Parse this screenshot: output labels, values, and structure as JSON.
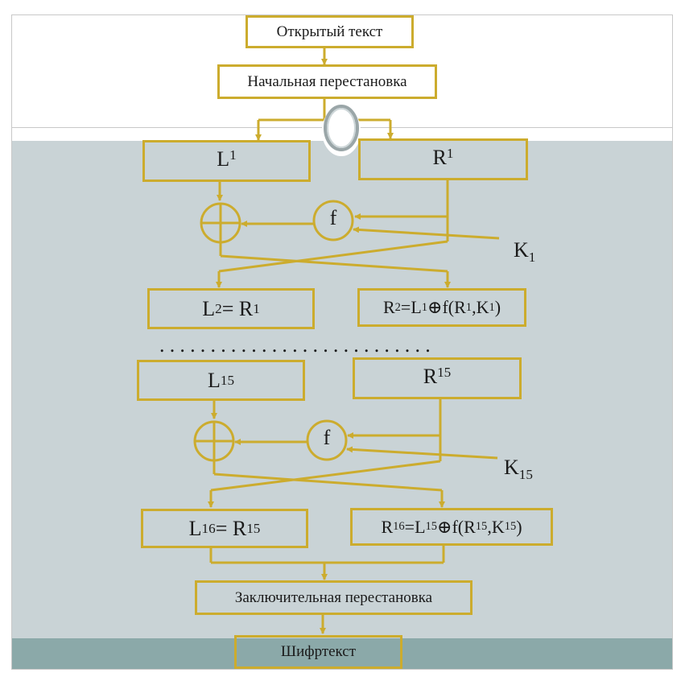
{
  "boxes": {
    "plaintext": "Открытый текст",
    "initial_perm": "Начальная перестановка",
    "final_perm": "Заключительная перестановка",
    "ciphertext": "Шифртекст"
  },
  "round1": {
    "L_base": "L",
    "L_sub": "1",
    "R_base": "R",
    "R_sub": "1",
    "f": "f",
    "K_base": "K",
    "K_sub": "1",
    "L_next_base": "L",
    "L_next_sub": "2",
    "L_next_mid": " = R",
    "L_next_sub2": "1",
    "R_next": {
      "p1": "R",
      "s1": "2",
      "p2": "=L",
      "s2": "1",
      "op": "⊕",
      "p3": "f(R",
      "s3": "1",
      "p4": ",K",
      "s4": "1",
      "p5": ")"
    }
  },
  "dots": "...........................",
  "round15": {
    "L_base": "L",
    "L_sub": "15",
    "R_base": "R",
    "R_sub": "15",
    "f": "f",
    "K_base": "K",
    "K_sub": "15",
    "L_next_base": "L",
    "L_next_sub": "16",
    "L_next_mid": " = R",
    "L_next_sub2": "15",
    "R_next": {
      "p1": "R",
      "s1": "16",
      "p2": "=L",
      "s2": "15",
      "op": "⊕",
      "p3": "f(R",
      "s3": "15",
      "p4": ",K",
      "s4": "15",
      "p5": ")"
    }
  },
  "colors": {
    "accent": "#ccac2e",
    "band": "#c9d3d6",
    "band_bottom": "#8ba9a9",
    "ring": "#9aa6a8"
  }
}
